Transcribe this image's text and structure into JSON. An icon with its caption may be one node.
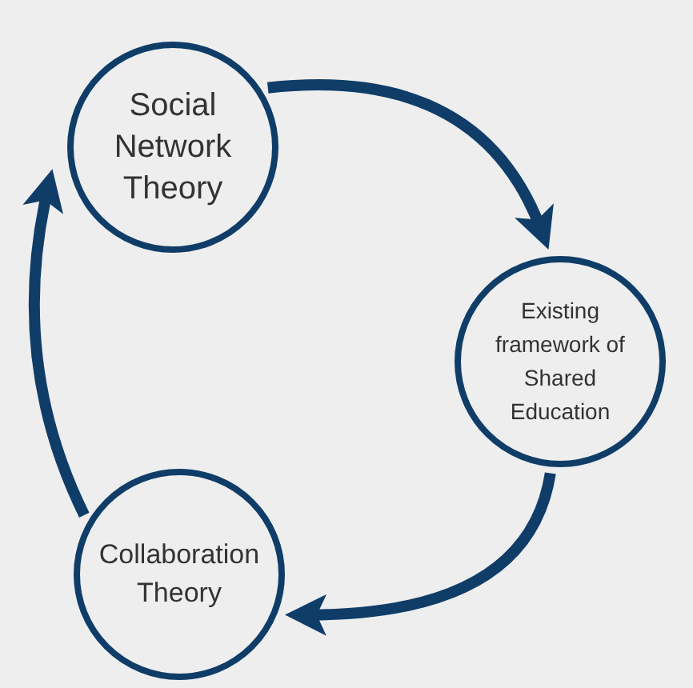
{
  "diagram": {
    "nodes": [
      {
        "text": [
          "Social Network Theory"
        ]
      },
      {
        "text": [
          "Existing framework of Shared Education"
        ]
      },
      {
        "text": [
          "Collaboration Theory"
        ]
      }
    ],
    "edges": [
      {
        "from": 0,
        "to": 1,
        "arrow": "to"
      },
      {
        "from": 1,
        "to": 2,
        "arrow": "to"
      },
      {
        "from": 2,
        "to": 0,
        "arrow": "to"
      }
    ]
  }
}
